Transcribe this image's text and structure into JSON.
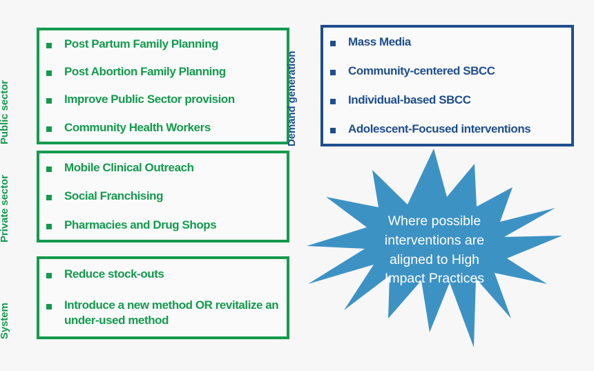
{
  "colors": {
    "background": "#f7f7f7",
    "green": "#139a4e",
    "blue": "#1f4e8c",
    "starburst_fill": "#3d92c4",
    "starburst_text": "#ffffff",
    "box_fill": "#fafafa"
  },
  "groups": [
    {
      "id": "public",
      "label": "Public sector",
      "accent": "#139a4e",
      "items": [
        "Post Partum Family Planning",
        "Post Abortion Family Planning",
        "Improve Public Sector provision",
        "Community Health Workers"
      ]
    },
    {
      "id": "private",
      "label": "Private sector",
      "accent": "#139a4e",
      "items": [
        "Mobile Clinical Outreach",
        "Social Franchising",
        "Pharmacies and Drug Shops"
      ]
    },
    {
      "id": "system",
      "label": "System",
      "accent": "#139a4e",
      "items": [
        "Reduce stock-outs",
        "Introduce a new method OR revitalize an under-used method"
      ]
    },
    {
      "id": "demand",
      "label": "Demand generation",
      "accent": "#1f4e8c",
      "items": [
        "Mass Media",
        "Community-centered SBCC",
        "Individual-based SBCC",
        "Adolescent-Focused interventions"
      ]
    }
  ],
  "starburst": {
    "shape": "explosion-12-point",
    "lines": [
      "Where possible",
      "interventions are",
      "aligned to High",
      "Impact Practices"
    ],
    "text": "Where possible interventions are aligned to High Impact Practices"
  }
}
